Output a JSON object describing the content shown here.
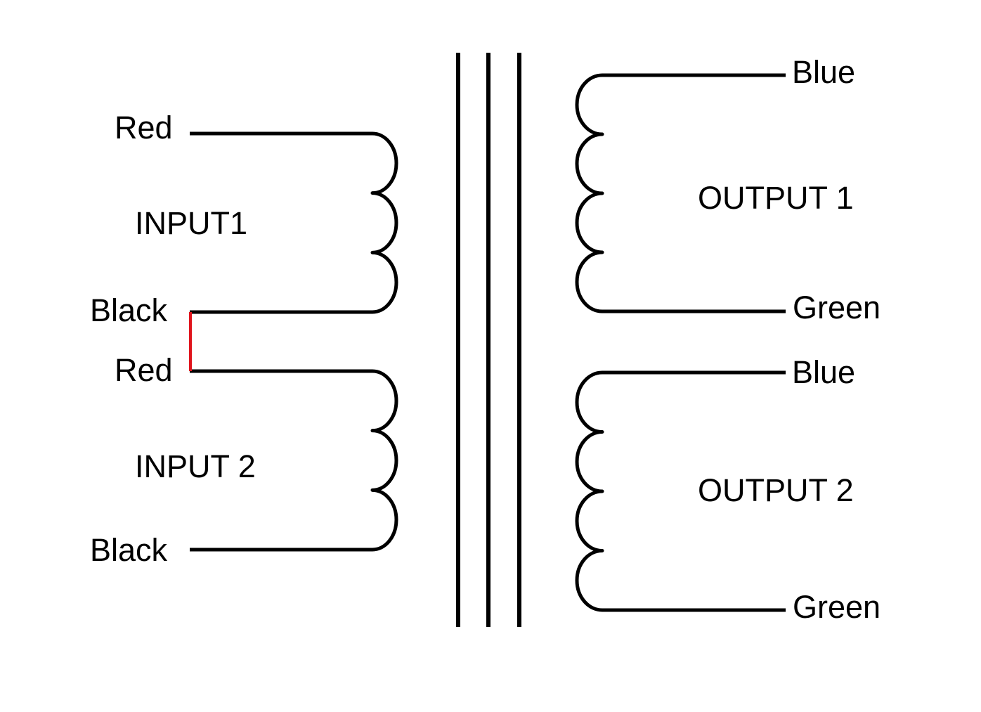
{
  "primary": {
    "input1": {
      "label": "INPUT1",
      "top_lead": "Red",
      "bottom_lead": "Black"
    },
    "input2": {
      "label": "INPUT 2",
      "top_lead": "Red",
      "bottom_lead": "Black"
    },
    "series_jumper_color": "#e0141c"
  },
  "secondary": {
    "output1": {
      "label": "OUTPUT 1",
      "top_lead": "Blue",
      "bottom_lead": "Green"
    },
    "output2": {
      "label": "OUTPUT 2",
      "top_lead": "Blue",
      "bottom_lead": "Green"
    }
  }
}
